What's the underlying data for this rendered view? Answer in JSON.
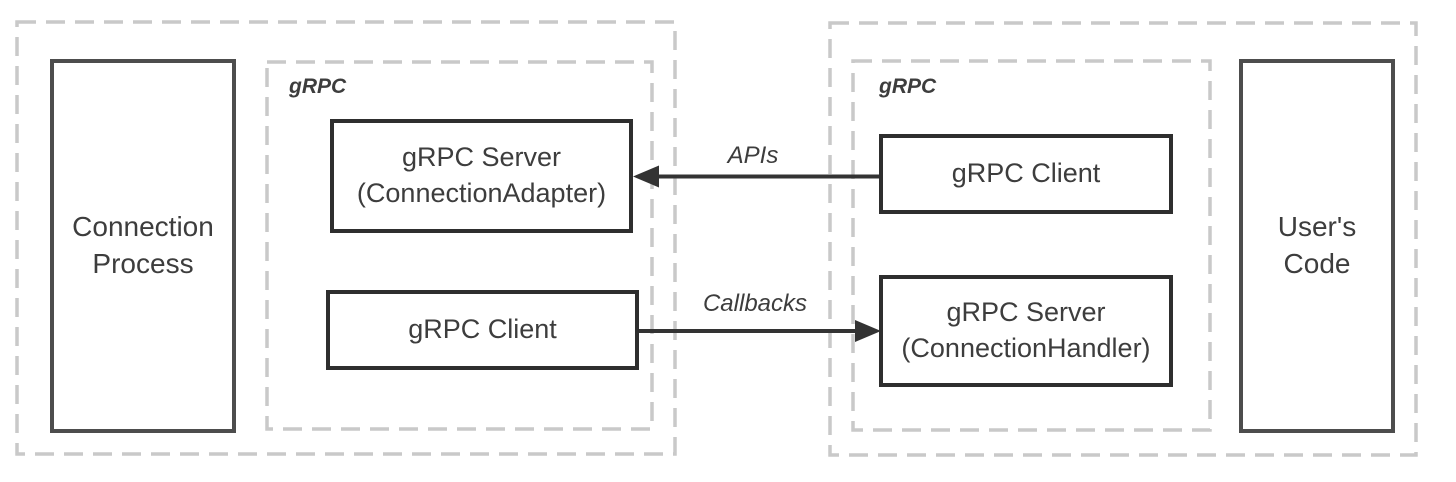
{
  "colors": {
    "background": "#ffffff",
    "box_border": "#2e2e2e",
    "outer_box_border": "#4d4d4d",
    "dashed_border": "#c9c9c9",
    "text": "#3d3d3d",
    "arrow": "#333333"
  },
  "left_group": {
    "grpc_label": "gRPC",
    "connection_process": "Connection\nProcess",
    "server_adapter": "gRPC Server\n(ConnectionAdapter)",
    "client": "gRPC Client"
  },
  "right_group": {
    "grpc_label": "gRPC",
    "client": "gRPC Client",
    "server_handler": "gRPC Server\n(ConnectionHandler)",
    "users_code": "User's\nCode"
  },
  "arrows": {
    "apis": "APIs",
    "callbacks": "Callbacks"
  }
}
